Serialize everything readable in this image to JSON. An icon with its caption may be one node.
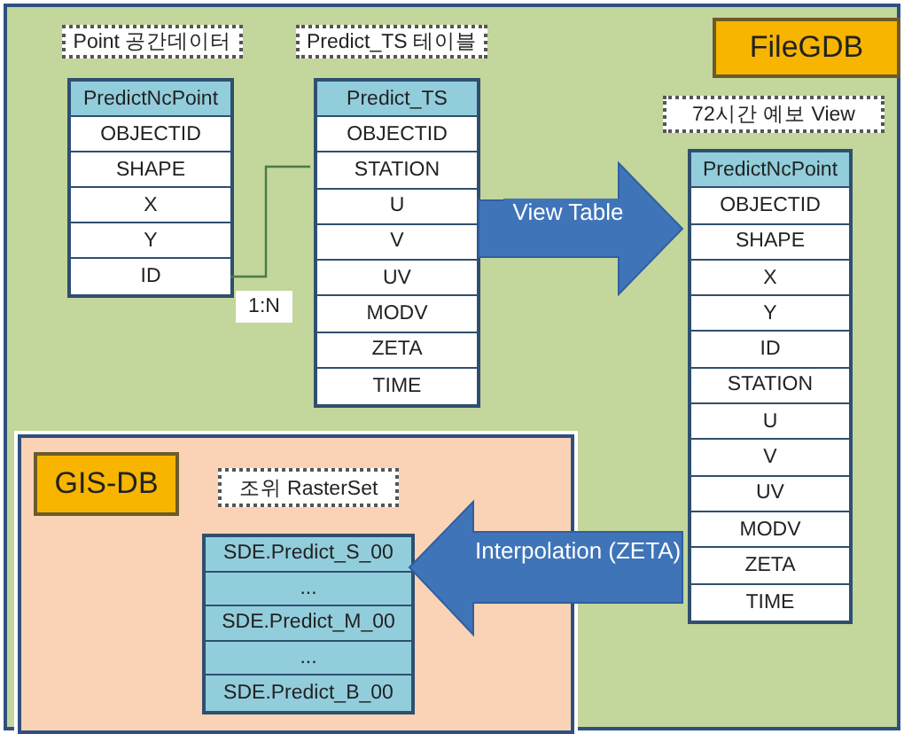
{
  "diagram": {
    "nodes": [
      {
        "text": [
          "FileGDB"
        ]
      },
      {
        "text": [
          "Point 공간데이터"
        ],
        "in": 0
      },
      {
        "text": [
          "PredictNcPoint",
          "OBJECTID",
          "SHAPE",
          "X",
          "Y",
          "ID"
        ],
        "in": 0
      },
      {
        "text": [
          "Predict_TS 테이블"
        ],
        "in": 0
      },
      {
        "text": [
          "Predict_TS",
          "OBJECTID",
          "STATION",
          "U",
          "V",
          "UV",
          "MODV",
          "ZETA",
          "TIME"
        ],
        "in": 0
      },
      {
        "text": [
          "72시간 예보 View"
        ],
        "in": 0
      },
      {
        "text": [
          "PredictNcPoint",
          "OBJECTID",
          "SHAPE",
          "X",
          "Y",
          "ID",
          "STATION",
          "U",
          "V",
          "UV",
          "MODV",
          "ZETA",
          "TIME"
        ],
        "in": 0
      },
      {
        "text": [
          "GIS-DB"
        ],
        "in": 0
      },
      {
        "text": [
          "조위 RasterSet"
        ],
        "in": 7
      },
      {
        "text": [
          "SDE.Predict_S_00",
          "...",
          "SDE.Predict_M_00",
          "...",
          "SDE.Predict_B_00"
        ],
        "in": 7
      }
    ],
    "edges": [
      {
        "from": 2,
        "to": 4,
        "arrow": "none",
        "label": "1:N"
      },
      {
        "from": 4,
        "to": 6,
        "arrow": "to",
        "label": "View Table"
      },
      {
        "from": 6,
        "to": 9,
        "arrow": "to",
        "label": "Interpolation (ZETA)"
      }
    ]
  }
}
